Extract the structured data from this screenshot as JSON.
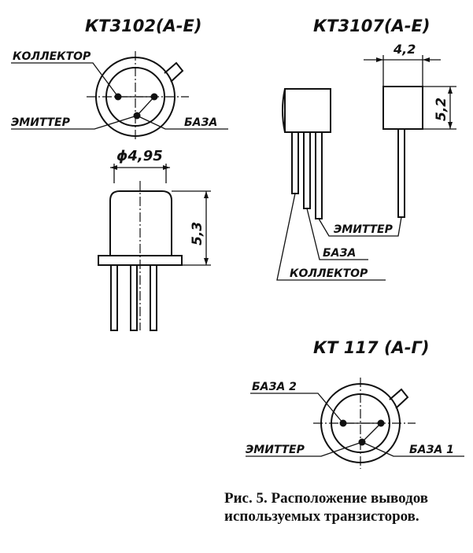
{
  "kt3102": {
    "title": "КТ3102(А-Е)",
    "collector": "КОЛЛЕКТОР",
    "emitter": "ЭМИТТЕР",
    "base": "БАЗА",
    "diameter": "ϕ4,95",
    "height": "5,3"
  },
  "kt3107": {
    "title": "КТ3107(А-Е)",
    "width": "4,2",
    "height": "5,2",
    "emitter": "ЭМИТТЕР",
    "base": "БАЗА",
    "collector": "КОЛЛЕКТОР"
  },
  "kt117": {
    "title": "КТ 117 (А-Г)",
    "base2": "БАЗА 2",
    "emitter": "ЭМИТТЕР",
    "base1": "БАЗА 1"
  },
  "caption": "Рис. 5. Расположение выводов используемых транзисторов."
}
